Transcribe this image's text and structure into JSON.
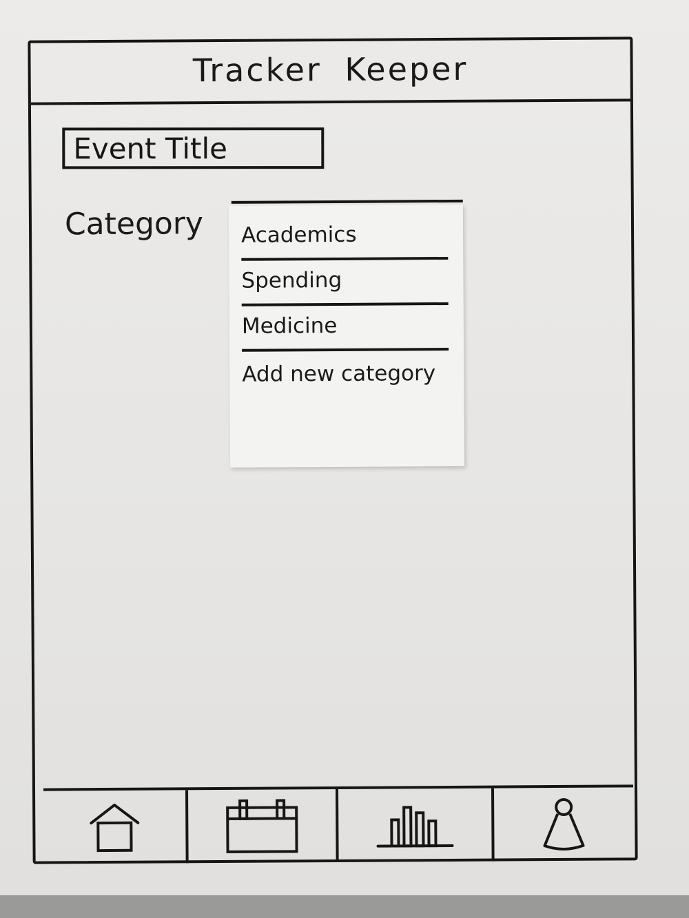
{
  "app": {
    "title": "Tracker Keeper"
  },
  "form": {
    "event_title_value": "Event Title",
    "category_label": "Category"
  },
  "dropdown": {
    "options": [
      "Academics",
      "Spending",
      "Medicine",
      "Add new category"
    ]
  },
  "nav": {
    "items": [
      {
        "icon": "home-icon"
      },
      {
        "icon": "calendar-icon"
      },
      {
        "icon": "bar-chart-icon"
      },
      {
        "icon": "profile-icon"
      }
    ]
  },
  "colors": {
    "ink": "#161616",
    "paper": "#ecebe9"
  }
}
